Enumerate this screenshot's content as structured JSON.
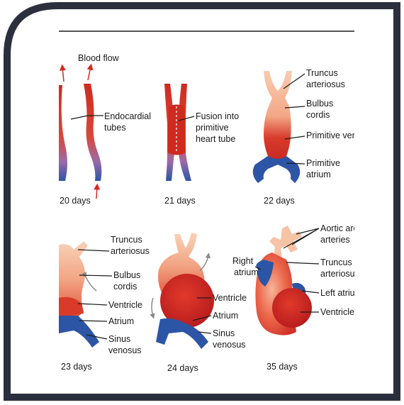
{
  "panels": [
    {
      "day": "20 days",
      "labels": {
        "top": "Blood flow",
        "side": [
          "Endocardial",
          "tubes"
        ]
      }
    },
    {
      "day": "21 days",
      "labels": {
        "side": [
          "Fusion into",
          "primitive",
          "heart tube"
        ]
      }
    },
    {
      "day": "22 days",
      "labels": {
        "truncus": [
          "Truncus",
          "arteriosus"
        ],
        "bulbus": [
          "Bulbus",
          "cordis"
        ],
        "ventricle": "Primitive ventricle",
        "atrium": [
          "Primitive",
          "atrium"
        ]
      }
    },
    {
      "day": "23 days",
      "labels": {
        "truncus": [
          "Truncus",
          "arteriosus"
        ],
        "bulbus": [
          "Bulbus",
          "cordis"
        ],
        "ventricle": "Ventricle",
        "atrium": "Atrium",
        "sinus": [
          "Sinus",
          "venosus"
        ]
      }
    },
    {
      "day": "24 days",
      "labels": {
        "ventricle": "Ventricle",
        "atrium": "Atrium",
        "sinus": [
          "Sinus",
          "venosus"
        ]
      }
    },
    {
      "day": "35 days",
      "labels": {
        "aortic": [
          "Aortic arch",
          "arteries"
        ],
        "right_atrium": [
          "Right",
          "atrium"
        ],
        "truncus": [
          "Truncus",
          "arteriosus"
        ],
        "left_atrium": "Left atrium",
        "ventricle": "Ventricle"
      }
    }
  ],
  "colors": {
    "frame": "#2c2f3d",
    "artery": "#d42a20",
    "vein": "#2d55a6",
    "outflow": "#f6c3a5"
  }
}
